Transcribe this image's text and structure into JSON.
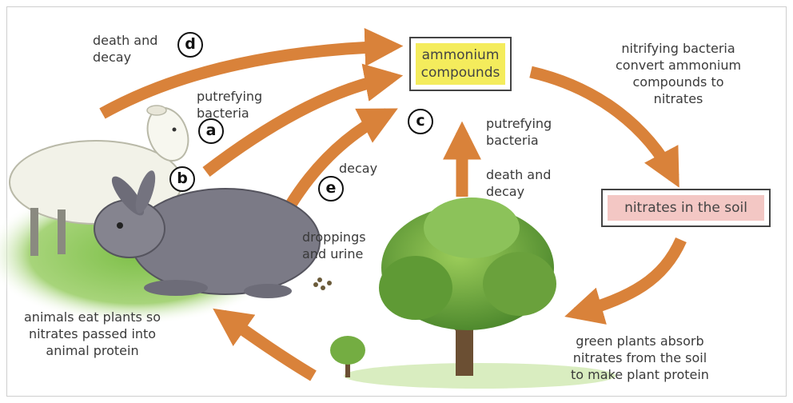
{
  "boxes": {
    "ammonium": "ammonium\ncompounds",
    "nitrates": "nitrates in the soil"
  },
  "labels": {
    "death_decay_top": "death and\ndecay",
    "putrefying_left": "putrefying\nbacteria",
    "decay": "decay",
    "putrefying_right": "putrefying\nbacteria",
    "death_decay_right": "death and\ndecay",
    "droppings": "droppings\nand urine",
    "nitrifying": "nitrifying bacteria\nconvert ammonium\ncompounds to\nnitrates",
    "animals_eat": "animals eat plants so\nnitrates passed into\nanimal protein",
    "green_plants": "green plants absorb\nnitrates from the soil\nto make plant protein"
  },
  "badges": {
    "a": "a",
    "b": "b",
    "c": "c",
    "d": "d",
    "e": "e"
  },
  "colors": {
    "arrow": "#d9823a",
    "ammonium_fill": "#f4ec5c",
    "nitrates_fill": "#f3c7c4",
    "grass": "#8cc55a",
    "sheep": "#f2f2e8",
    "rabbit": "#7b7a86",
    "tree": "#6aa13c"
  },
  "icons": [
    "sheep-illustration",
    "rabbit-illustration",
    "tree-illustration",
    "small-tree-illustration"
  ]
}
